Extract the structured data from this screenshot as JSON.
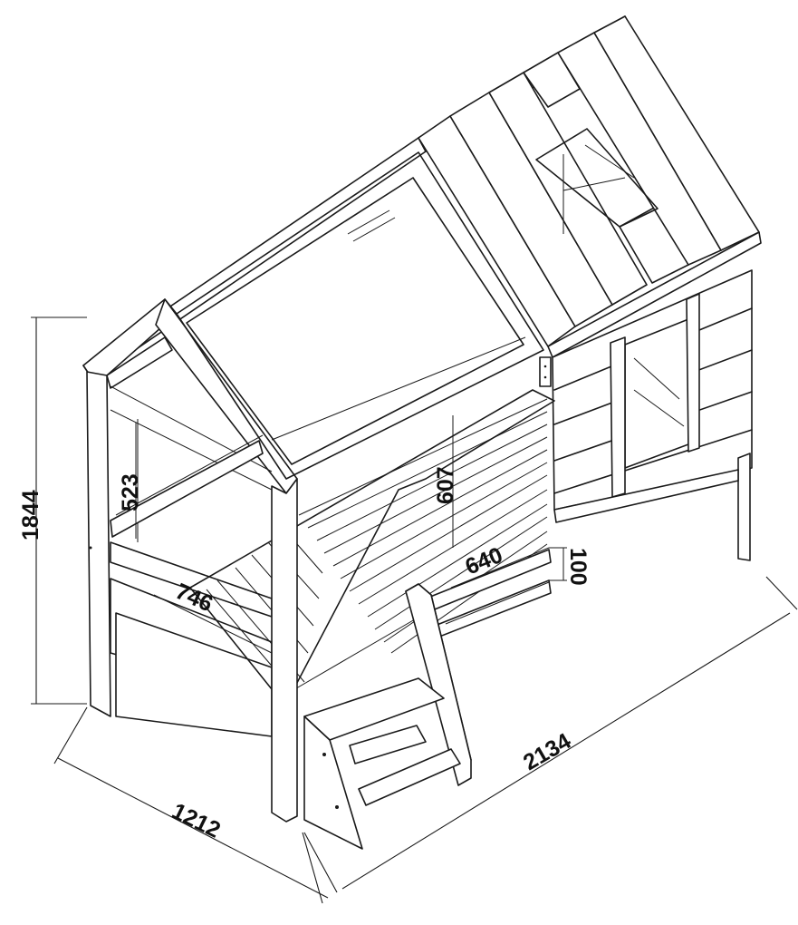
{
  "dimensions": {
    "total_height": "1844",
    "total_depth": "1212",
    "total_length": "2134",
    "end_opening_height": "523",
    "end_rail_length": "746",
    "inner_height": "607",
    "opening_width": "640",
    "rail_height": "100"
  }
}
